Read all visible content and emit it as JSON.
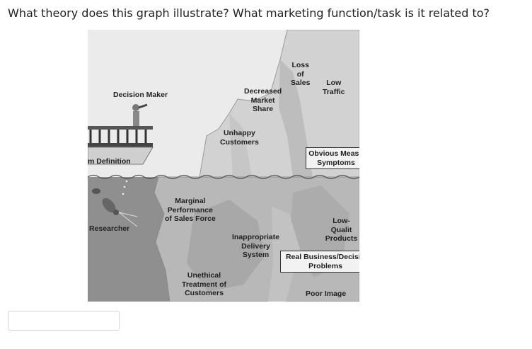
{
  "question": {
    "text": "What theory does this graph illustrate? What marketing function/task is it related to?"
  },
  "figure": {
    "labels": {
      "loss_of_sales": "Loss\nof\nSales",
      "low_traffic": "Low\nTraffic",
      "decision_maker": "Decision Maker",
      "decreased_market_share": "Decreased\nMarket\nShare",
      "unhappy_customers": "Unhappy\nCustomers",
      "obvious_measurable_symptoms": "Obvious Measu\nSymptoms",
      "problem_definition": "m Definition",
      "marginal_performance": "Marginal\nPerformance\nof Sales Force",
      "researcher": "Researcher",
      "low_quality_products": "Low-Qualit\nProducts",
      "inappropriate_delivery_system": "Inappropriate\nDelivery\nSystem",
      "real_business_problems": "Real Business/Decisio\nProblems",
      "unethical_treatment": "Unethical\nTreatment of\nCustomers",
      "poor_image": "Poor Image"
    }
  },
  "answer": {
    "value": "",
    "placeholder": ""
  }
}
